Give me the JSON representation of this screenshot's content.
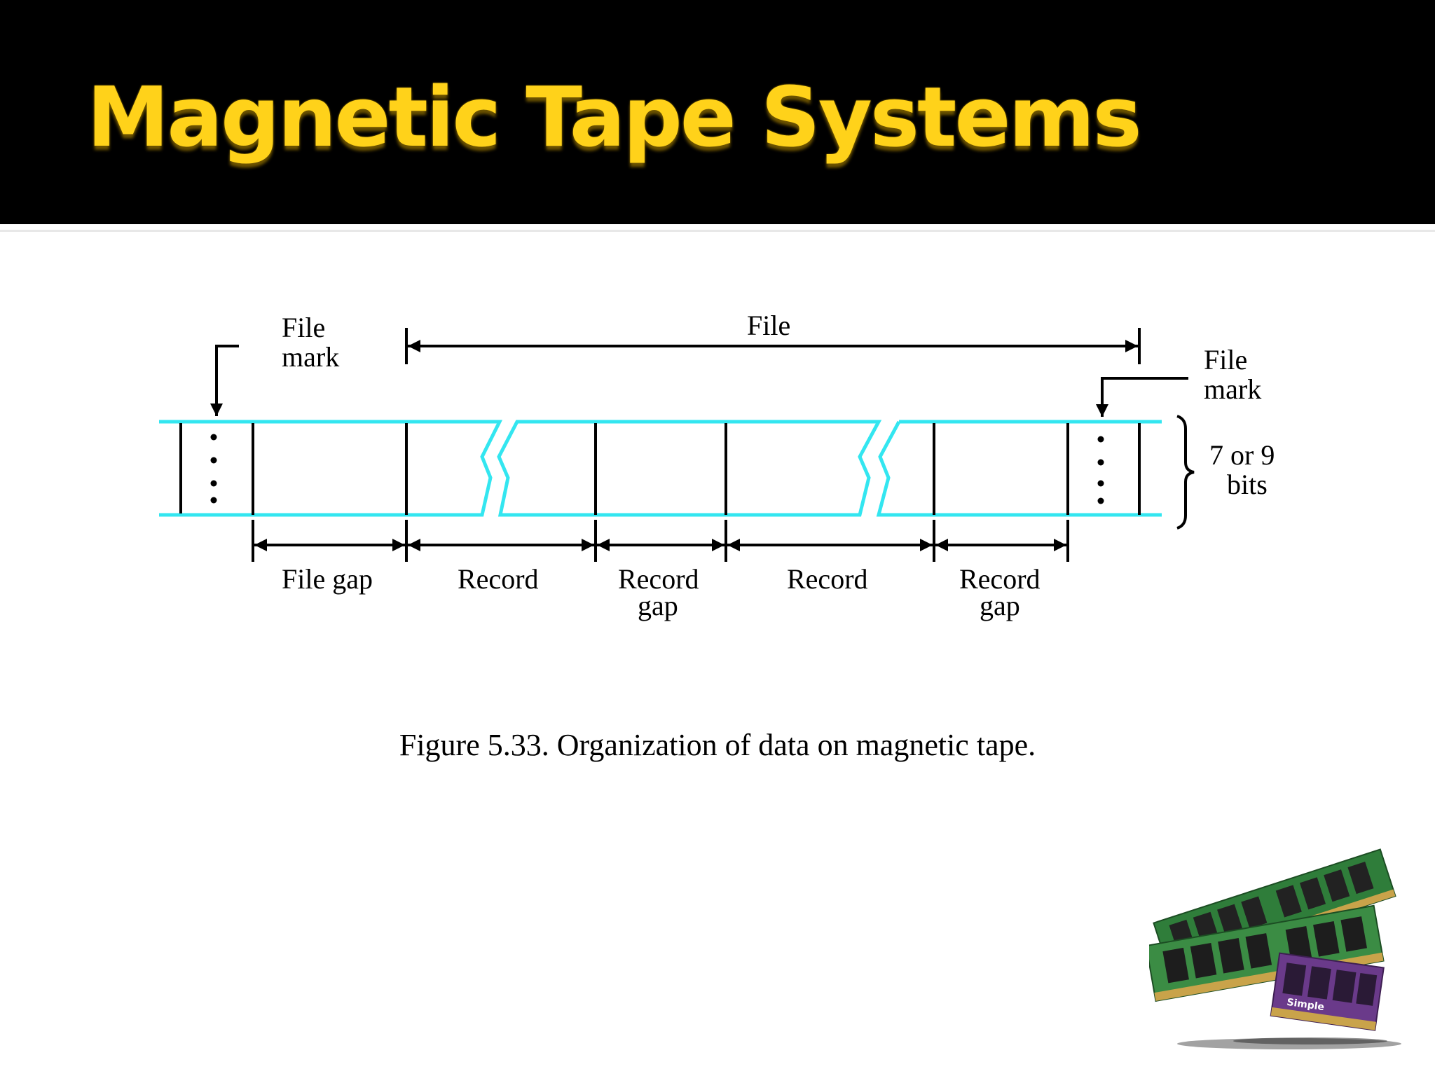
{
  "slide": {
    "title": "Magnetic Tape Systems",
    "caption": "Figure 5.33. Organization of data on magnetic tape."
  },
  "diagram": {
    "labels": {
      "file": "File",
      "file_mark_left_1": "File",
      "file_mark_left_2": "mark",
      "file_mark_right_1": "File",
      "file_mark_right_2": "mark",
      "bits_1": "7 or 9",
      "bits_2": "bits",
      "file_gap": "File gap",
      "record_1": "Record",
      "record_gap_1a": "Record",
      "record_gap_1b": "gap",
      "record_2": "Record",
      "record_gap_2a": "Record",
      "record_gap_2b": "gap"
    },
    "colors": {
      "tape": "#33e6f0",
      "ink": "#000000"
    }
  },
  "illustration": {
    "icon": "ram-modules-icon",
    "brand_text": "Simple"
  },
  "colors": {
    "title_bar": "#000000",
    "title_text": "#ffd21a"
  }
}
